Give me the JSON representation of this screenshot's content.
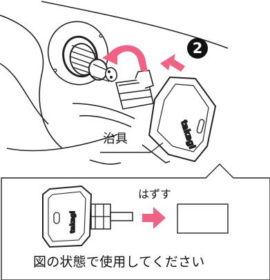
{
  "step_number": "2",
  "jig_label": "治具",
  "inset": {
    "action_label": "はずす",
    "caption": "図の状態で使用してください"
  },
  "brand_text": "takagi",
  "colors": {
    "arrow": "#f06283",
    "line": "#222222",
    "badge": "#111111"
  }
}
